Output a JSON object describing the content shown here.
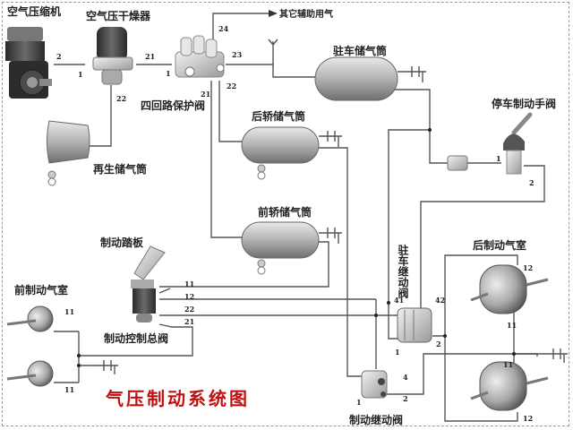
{
  "title": "气压制动系统图",
  "colors": {
    "title": "#c01010",
    "pipe": "#555555",
    "background": "#ffffff"
  },
  "components": {
    "compressor": {
      "label": "空气压缩机",
      "icon": "air-compressor-icon"
    },
    "dryer": {
      "label": "空气压干燥器",
      "icon": "air-dryer-icon"
    },
    "protection_valve": {
      "label": "四回路保护阀",
      "icon": "four-circuit-protection-valve-icon"
    },
    "other_air": {
      "label": "其它辅助用气"
    },
    "regen_tank": {
      "label": "再生储气筒",
      "icon": "air-tank-icon"
    },
    "parking_tank": {
      "label": "驻车储气筒",
      "icon": "air-tank-icon"
    },
    "rear_axle_tank": {
      "label": "后轿储气筒",
      "icon": "air-tank-icon"
    },
    "front_axle_tank": {
      "label": "前轿储气筒",
      "icon": "air-tank-icon"
    },
    "hand_valve": {
      "label": "停车制动手阀",
      "icon": "hand-brake-valve-icon"
    },
    "pedal": {
      "label": "制动踏板",
      "icon": "brake-pedal-icon"
    },
    "master_valve": {
      "label": "制动控制总阀",
      "icon": "brake-master-valve-icon"
    },
    "front_chamber": {
      "label": "前制动气室",
      "icon": "brake-chamber-icon"
    },
    "rear_chamber": {
      "label": "后制动气室",
      "icon": "spring-brake-chamber-icon"
    },
    "parking_relay": {
      "label": "驻车继动阀",
      "icon": "relay-valve-icon"
    },
    "brake_relay": {
      "label": "制动继动阀",
      "icon": "relay-valve-icon"
    }
  },
  "ports": {
    "compressor_out": "2",
    "dryer_in": "1",
    "dryer_out": "21",
    "dryer_regen": "22",
    "pv_in": "1",
    "pv_24": "24",
    "pv_23": "23",
    "pv_21": "21",
    "pv_22": "22",
    "hand_1": "1",
    "hand_2": "2",
    "mv_11": "11",
    "mv_12": "12",
    "mv_22": "22",
    "mv_21": "21",
    "fc_top": "11",
    "fc_bottom": "11",
    "pr_41": "41",
    "pr_42": "42",
    "pr_1": "1",
    "pr_2": "2",
    "br_1": "1",
    "br_2": "2",
    "br_4": "4",
    "rc_top_12": "12",
    "rc_top_11": "11",
    "rc_bot_11": "11",
    "rc_bot_12": "12"
  }
}
